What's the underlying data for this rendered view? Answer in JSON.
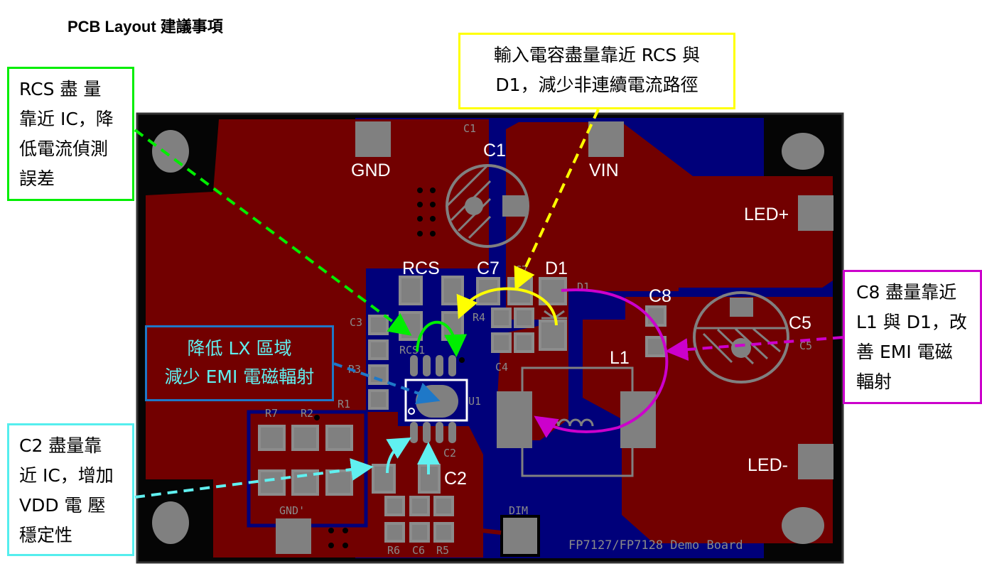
{
  "title": "PCB Layout 建議事項",
  "callouts": {
    "green": [
      "RCS  盡 量",
      "靠近 IC，降",
      "低電流偵測",
      "誤差"
    ],
    "yellow": [
      "輸入電容盡量靠近 RCS 與",
      "D1，減少非連續電流路徑"
    ],
    "magenta": [
      "C8 盡量靠近",
      "L1 與 D1，改",
      "善  EMI  電磁",
      "輻射"
    ],
    "cyan": [
      "C2  盡量靠",
      "近 IC，增加",
      "VDD  電 壓",
      "穩定性"
    ],
    "blue": [
      "降低 LX 區域",
      "減少 EMI 電磁輻射"
    ]
  },
  "board": {
    "labels": {
      "gnd": "GND",
      "vin": "VIN",
      "c1": "C1",
      "rcs": "RCS",
      "c7": "C7",
      "d1": "D1",
      "c8": "C8",
      "c5": "C5",
      "l1": "L1",
      "led_plus": "LED+",
      "led_minus": "LED-",
      "c2": "C2"
    },
    "silk": {
      "c1": "C1",
      "c3": "C3",
      "r3": "R3",
      "r4": "R4",
      "rcs1": "RCS1",
      "c4": "C4",
      "u1": "U1",
      "r1": "R1",
      "r7": "R7",
      "r2": "R2",
      "c2": "C2",
      "gnd2": "GND'",
      "dim": "DIM",
      "r6": "R6",
      "c6": "C6",
      "r5": "R5",
      "d1": "D1",
      "c7": "C7",
      "c5": "C5",
      "board_name": "FP7127/FP7128 Demo Board"
    }
  },
  "colors": {
    "copper_top": "#720000",
    "copper_bottom": "#00007a",
    "pad": "#808080"
  }
}
